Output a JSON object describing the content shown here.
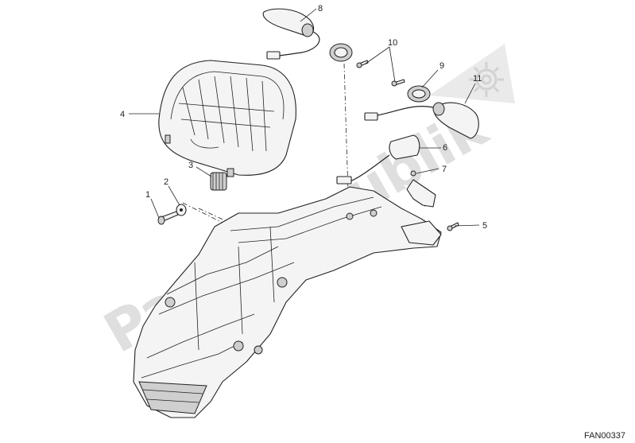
{
  "diagram": {
    "watermark": "PartsRepublik",
    "reference_code": "FAN00337",
    "callouts": [
      {
        "id": "1",
        "label": "1"
      },
      {
        "id": "2",
        "label": "2"
      },
      {
        "id": "3",
        "label": "3"
      },
      {
        "id": "4",
        "label": "4"
      },
      {
        "id": "5",
        "label": "5"
      },
      {
        "id": "6",
        "label": "6"
      },
      {
        "id": "7",
        "label": "7"
      },
      {
        "id": "8",
        "label": "8"
      },
      {
        "id": "9",
        "label": "9"
      },
      {
        "id": "10",
        "label": "10"
      },
      {
        "id": "11",
        "label": "11"
      }
    ]
  }
}
